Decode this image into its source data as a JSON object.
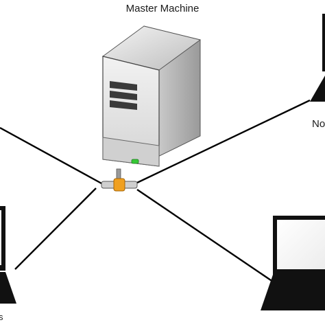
{
  "diagram": {
    "master_label": "Master Machine",
    "right_node_label": "No",
    "left_node_label": "s",
    "colors": {
      "line": "#000000",
      "server_body": "#c8c8c8",
      "server_front": "#e6e6e6",
      "connector": "#f0a020",
      "status_led": "#36c836"
    }
  }
}
